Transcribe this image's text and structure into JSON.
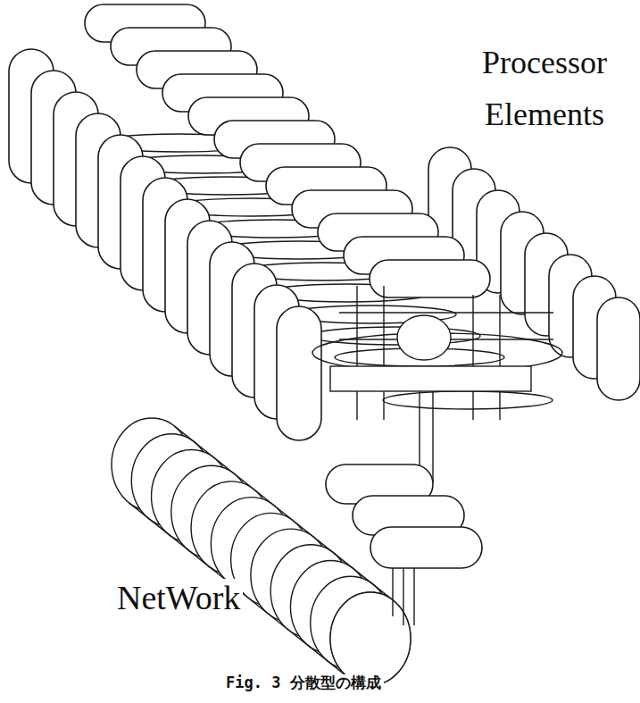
{
  "diagram": {
    "caption": "Fig. 3 分散型の構成",
    "labels": [
      "Processor Elements",
      "NetWork"
    ]
  }
}
